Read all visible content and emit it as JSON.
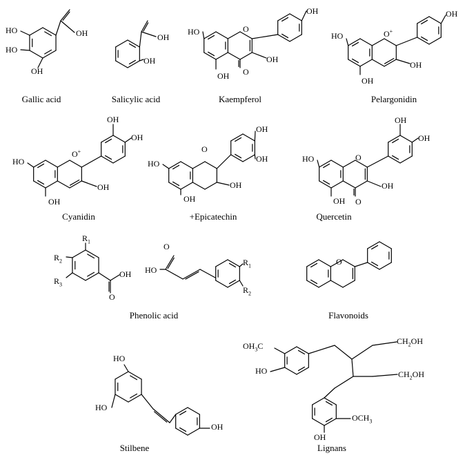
{
  "compounds": [
    {
      "name": "Gallic acid",
      "groups": [
        "HO",
        "HO",
        "OH",
        "OH"
      ]
    },
    {
      "name": "Salicylic acid",
      "groups": [
        "OH",
        "OH"
      ]
    },
    {
      "name": "Kaempferol",
      "groups": [
        "HO",
        "OH",
        "OH",
        "OH",
        "O",
        "O"
      ]
    },
    {
      "name": "Pelargonidin",
      "groups": [
        "HO",
        "OH",
        "OH",
        "OH",
        "O+"
      ]
    },
    {
      "name": "Cyanidin",
      "groups": [
        "HO",
        "OH",
        "OH",
        "OH",
        "OH",
        "O+"
      ]
    },
    {
      "name": "+Epicatechin",
      "groups": [
        "HO",
        "OH",
        "OH",
        "OH",
        "OH",
        "O"
      ]
    },
    {
      "name": "Quercetin",
      "groups": [
        "HO",
        "OH",
        "OH",
        "OH",
        "OH",
        "O",
        "O"
      ]
    },
    {
      "name": "Phenolic acid",
      "groups": [
        "R1",
        "R2",
        "R3",
        "OH",
        "O",
        "HO",
        "O",
        "R1",
        "R2"
      ]
    },
    {
      "name": "Flavonoids",
      "groups": [
        "O"
      ]
    },
    {
      "name": "Stilbene",
      "groups": [
        "HO",
        "HO",
        "OH"
      ]
    },
    {
      "name": "Lignans",
      "groups": [
        "OH3C",
        "HO",
        "CH2OH",
        "CH2OH",
        "OCH3",
        "OH"
      ]
    }
  ]
}
